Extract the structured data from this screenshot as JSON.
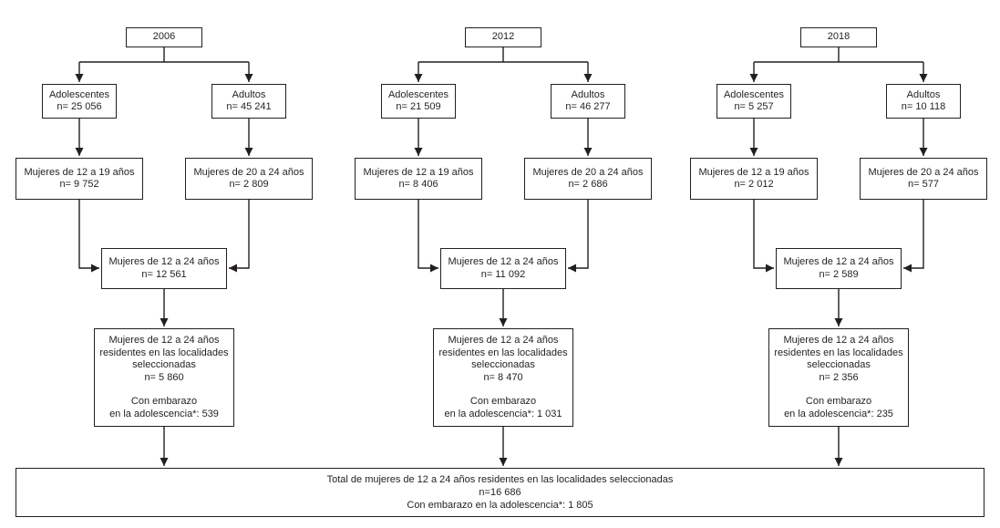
{
  "figure": {
    "background": "#ffffff",
    "line_color": "#231f20",
    "text_color": "#231f20"
  },
  "columns": [
    {
      "year": "2006",
      "adolescentes": {
        "label": "Adolescentes",
        "n": "n= 25 056"
      },
      "adultos": {
        "label": "Adultos",
        "n": "n= 45 241"
      },
      "mujeres_12_19": {
        "label": "Mujeres de 12 a 19 años",
        "n": "n= 9 752"
      },
      "mujeres_20_24": {
        "label": "Mujeres de 20 a 24 años",
        "n": "n= 2 809"
      },
      "mujeres_12_24": {
        "label": "Mujeres de 12 a 24 años",
        "n": "n= 12 561"
      },
      "residentes": {
        "line1": "Mujeres de 12 a 24 años",
        "line2": "residentes en las localidades",
        "line3": "seleccionadas",
        "n": "n= 5 860",
        "embarazo1": "Con embarazo",
        "embarazo2": "en la adolescencia*: 539"
      }
    },
    {
      "year": "2012",
      "adolescentes": {
        "label": "Adolescentes",
        "n": "n= 21 509"
      },
      "adultos": {
        "label": "Adultos",
        "n": "n= 46 277"
      },
      "mujeres_12_19": {
        "label": "Mujeres de 12 a 19 años",
        "n": "n= 8 406"
      },
      "mujeres_20_24": {
        "label": "Mujeres de 20 a 24 años",
        "n": "n= 2 686"
      },
      "mujeres_12_24": {
        "label": "Mujeres de 12 a 24 años",
        "n": "n= 11 092"
      },
      "residentes": {
        "line1": "Mujeres de 12 a 24 años",
        "line2": "residentes en las localidades",
        "line3": "seleccionadas",
        "n": "n= 8 470",
        "embarazo1": "Con embarazo",
        "embarazo2": "en la adolescencia*: 1 031"
      }
    },
    {
      "year": "2018",
      "adolescentes": {
        "label": "Adolescentes",
        "n": "n= 5 257"
      },
      "adultos": {
        "label": "Adultos",
        "n": "n= 10 118"
      },
      "mujeres_12_19": {
        "label": "Mujeres de 12 a 19 años",
        "n": "n= 2 012"
      },
      "mujeres_20_24": {
        "label": "Mujeres de 20 a 24 años",
        "n": "n= 577"
      },
      "mujeres_12_24": {
        "label": "Mujeres de 12 a 24 años",
        "n": "n= 2 589"
      },
      "residentes": {
        "line1": "Mujeres de 12 a 24 años",
        "line2": "residentes en las localidades",
        "line3": "seleccionadas",
        "n": "n= 2 356",
        "embarazo1": "Con embarazo",
        "embarazo2": "en la adolescencia*: 235"
      }
    }
  ],
  "total": {
    "line1": "Total de mujeres de 12 a 24 años residentes en las localidades seleccionadas",
    "line2": "n=16 686",
    "line3": "Con embarazo en la adolescencia*: 1 805"
  }
}
